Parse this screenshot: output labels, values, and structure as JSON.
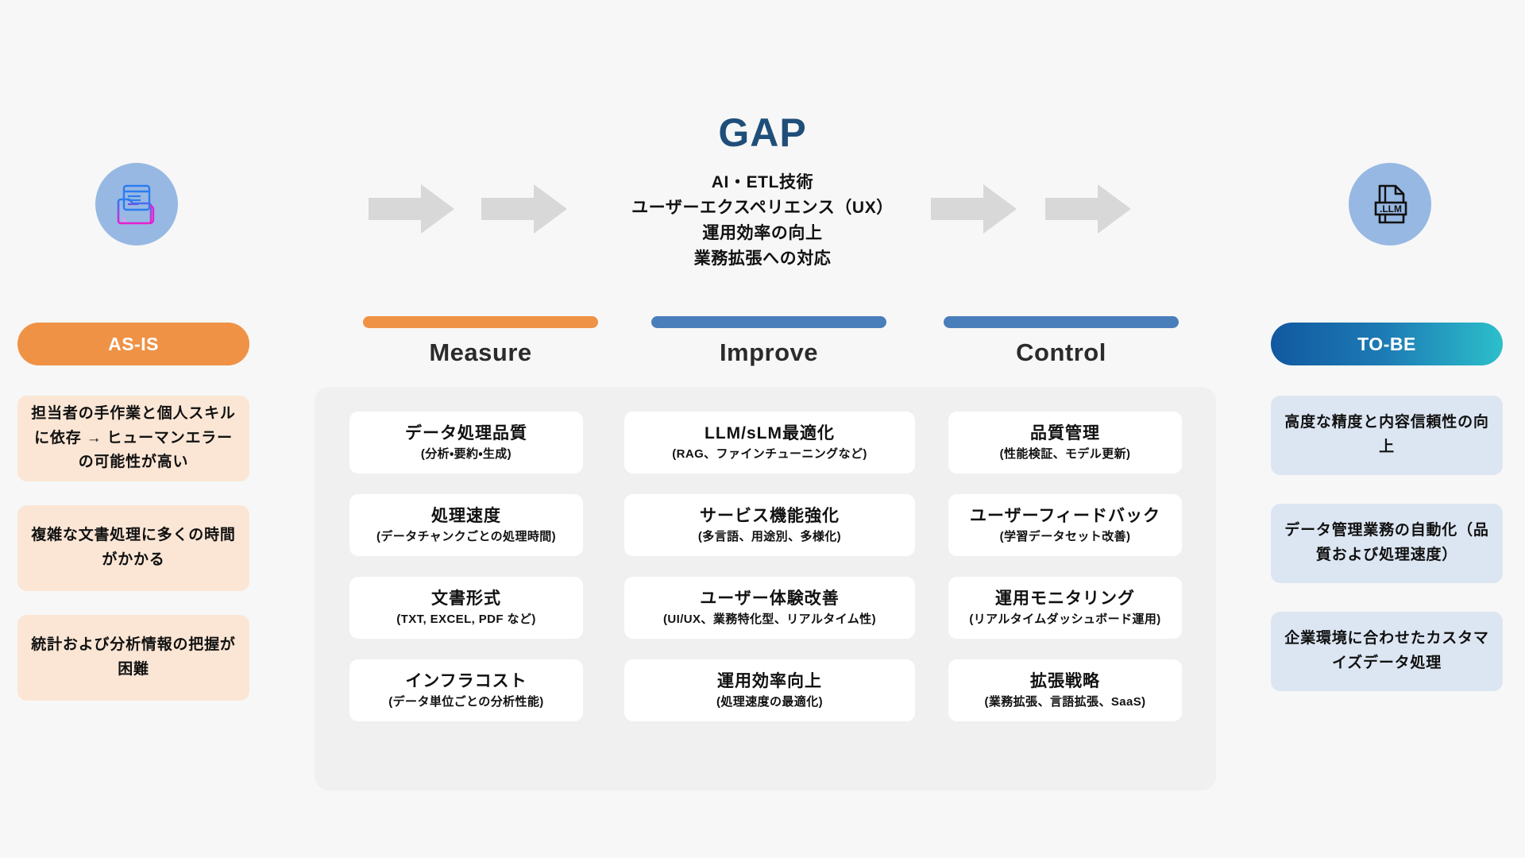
{
  "gap": {
    "title": "GAP",
    "lines": [
      "AI・ETL技術",
      "ユーザーエクスペリエンス（UX）",
      "運用効率の向上",
      "業務拡張への対応"
    ]
  },
  "colors": {
    "as_is_badge": "#ef9246",
    "as_is_item_bg": "#fbe6d5",
    "to_be_badge_from": "#1159a0",
    "to_be_badge_to": "#2cbfcb",
    "to_be_item_bg": "#dce6f3",
    "gap_title": "#1f4e79",
    "measure_bar": "#ef9246",
    "improve_bar": "#4a7ebb",
    "control_bar": "#4a7ebb",
    "arrow": "#d8d8d8",
    "panel_bg": "#f0f0f0",
    "icon_circle": "#97b8e3"
  },
  "as_is": {
    "icon": "folder-documents-icon",
    "badge": "AS-IS",
    "items": [
      "担当者の手作業と個人スキルに依存 → ヒューマンエラーの可能性が高い",
      "複雑な文書処理に多くの時間がかかる",
      "統計および分析情報の把握が困難"
    ]
  },
  "to_be": {
    "icon": "llm-file-icon",
    "icon_label": ".LLM",
    "badge": "TO-BE",
    "items": [
      "高度な精度と内容信頼性の向上",
      "データ管理業務の自動化（品質および処理速度）",
      "企業環境に合わせたカスタマイズデータ処理"
    ]
  },
  "arrows": [
    "arrow-right-icon",
    "arrow-right-icon",
    "arrow-right-icon",
    "arrow-right-icon"
  ],
  "columns": [
    {
      "key": "measure",
      "label": "Measure",
      "bar_color": "orange",
      "cards": [
        {
          "title": "データ処理品質",
          "sub": "(分析・要約・生成)"
        },
        {
          "title": "処理速度",
          "sub": "(データチャンクごとの処理時間)"
        },
        {
          "title": "文書形式",
          "sub": "(TXT, EXCEL, PDF など)"
        },
        {
          "title": "インフラコスト",
          "sub": "(データ単位ごとの分析性能)"
        }
      ]
    },
    {
      "key": "improve",
      "label": "Improve",
      "bar_color": "blue",
      "cards": [
        {
          "title": "LLM/sLM最適化",
          "sub": "(RAG、ファインチューニングなど)"
        },
        {
          "title": "サービス機能強化",
          "sub": "(多言語、用途別、多様化)"
        },
        {
          "title": "ユーザー体験改善",
          "sub": "(UI/UX、業務特化型、リアルタイム性)"
        },
        {
          "title": "運用効率向上",
          "sub": "(処理速度の最適化)"
        }
      ]
    },
    {
      "key": "control",
      "label": "Control",
      "bar_color": "blue",
      "cards": [
        {
          "title": "品質管理",
          "sub": "(性能検証、モデル更新)"
        },
        {
          "title": "ユーザーフィードバック",
          "sub": "(学習データセット改善)"
        },
        {
          "title": "運用モニタリング",
          "sub": "(リアルタイムダッシュボード運用)"
        },
        {
          "title": "拡張戦略",
          "sub": "(業務拡張、言語拡張、SaaS)"
        }
      ]
    }
  ]
}
